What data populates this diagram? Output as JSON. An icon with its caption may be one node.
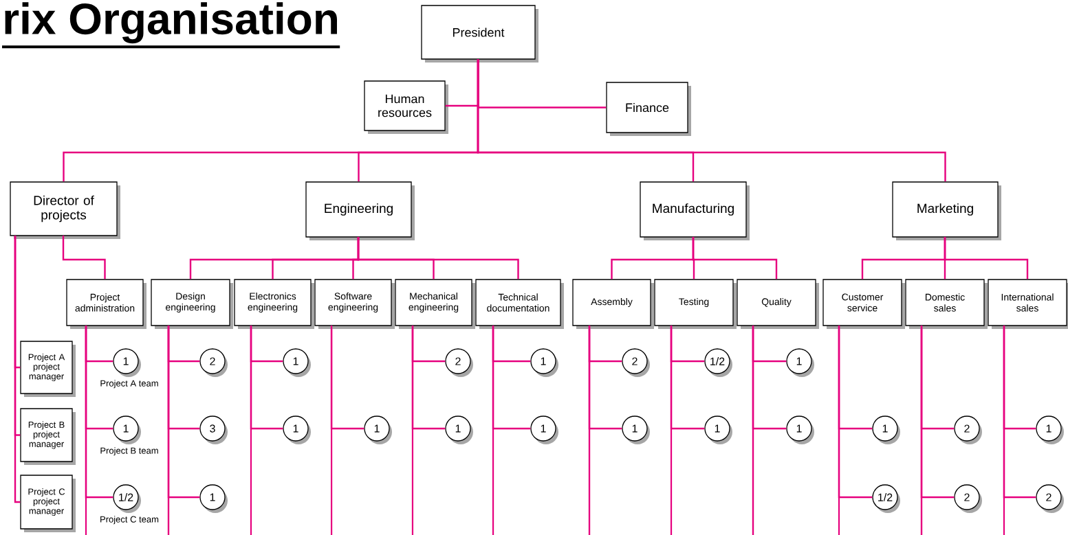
{
  "diagram": {
    "title": "rix Organisation",
    "nodes": [
      {
        "text": [
          "President"
        ]
      },
      {
        "text": [
          "Human resources"
        ]
      },
      {
        "text": [
          "Finance"
        ]
      },
      {
        "text": [
          "Director of projects"
        ]
      },
      {
        "text": [
          "Engineering"
        ]
      },
      {
        "text": [
          "Manufacturing"
        ]
      },
      {
        "text": [
          "Marketing"
        ]
      },
      {
        "text": [
          "Project administration"
        ]
      },
      {
        "text": [
          "Design engineering"
        ]
      },
      {
        "text": [
          "Electronics engineering"
        ]
      },
      {
        "text": [
          "Software engineering"
        ]
      },
      {
        "text": [
          "Mechanical engineering"
        ]
      },
      {
        "text": [
          "Technical documentation"
        ]
      },
      {
        "text": [
          "Assembly"
        ]
      },
      {
        "text": [
          "Testing"
        ]
      },
      {
        "text": [
          "Quality"
        ]
      },
      {
        "text": [
          "Customer service"
        ]
      },
      {
        "text": [
          "Domestic sales"
        ]
      },
      {
        "text": [
          "International sales"
        ]
      },
      {
        "text": [
          "Project A project manager"
        ]
      },
      {
        "text": [
          "Project B project manager"
        ]
      },
      {
        "text": [
          "Project C project manager"
        ]
      },
      {
        "text": [
          "1"
        ],
        "beside": [
          "Project A team"
        ]
      },
      {
        "text": [
          "2"
        ]
      },
      {
        "text": [
          "1"
        ]
      },
      {
        "text": [
          "2"
        ]
      },
      {
        "text": [
          "1"
        ]
      },
      {
        "text": [
          "2"
        ]
      },
      {
        "text": [
          "1/2"
        ]
      },
      {
        "text": [
          "1"
        ]
      },
      {
        "text": [
          "1"
        ],
        "beside": [
          "Project B team"
        ]
      },
      {
        "text": [
          "3"
        ]
      },
      {
        "text": [
          "1"
        ]
      },
      {
        "text": [
          "1"
        ]
      },
      {
        "text": [
          "1"
        ]
      },
      {
        "text": [
          "1"
        ]
      },
      {
        "text": [
          "1"
        ]
      },
      {
        "text": [
          "1"
        ]
      },
      {
        "text": [
          "1"
        ]
      },
      {
        "text": [
          "1"
        ]
      },
      {
        "text": [
          "2"
        ]
      },
      {
        "text": [
          "1"
        ]
      },
      {
        "text": [
          "1/2"
        ],
        "beside": [
          "Project C team"
        ]
      },
      {
        "text": [
          "1"
        ]
      },
      {
        "text": [
          "1/2"
        ]
      },
      {
        "text": [
          "2"
        ]
      },
      {
        "text": [
          "2"
        ]
      }
    ],
    "edges": [
      {
        "from": 0,
        "to": 1,
        "arrow": "none"
      },
      {
        "from": 0,
        "to": 2,
        "arrow": "none"
      },
      {
        "from": 0,
        "to": 3,
        "arrow": "none"
      },
      {
        "from": 0,
        "to": 4,
        "arrow": "none"
      },
      {
        "from": 0,
        "to": 5,
        "arrow": "none"
      },
      {
        "from": 0,
        "to": 6,
        "arrow": "none"
      },
      {
        "from": 3,
        "to": 7,
        "arrow": "none"
      },
      {
        "from": 3,
        "to": 19,
        "arrow": "none"
      },
      {
        "from": 3,
        "to": 20,
        "arrow": "none"
      },
      {
        "from": 3,
        "to": 21,
        "arrow": "none"
      },
      {
        "from": 4,
        "to": 8,
        "arrow": "none"
      },
      {
        "from": 4,
        "to": 9,
        "arrow": "none"
      },
      {
        "from": 4,
        "to": 10,
        "arrow": "none"
      },
      {
        "from": 4,
        "to": 11,
        "arrow": "none"
      },
      {
        "from": 4,
        "to": 12,
        "arrow": "none"
      },
      {
        "from": 5,
        "to": 13,
        "arrow": "none"
      },
      {
        "from": 5,
        "to": 14,
        "arrow": "none"
      },
      {
        "from": 5,
        "to": 15,
        "arrow": "none"
      },
      {
        "from": 6,
        "to": 16,
        "arrow": "none"
      },
      {
        "from": 6,
        "to": 17,
        "arrow": "none"
      },
      {
        "from": 6,
        "to": 18,
        "arrow": "none"
      },
      {
        "from": 7,
        "to": 22,
        "arrow": "none"
      },
      {
        "from": 8,
        "to": 23,
        "arrow": "none"
      },
      {
        "from": 9,
        "to": 24,
        "arrow": "none"
      },
      {
        "from": 11,
        "to": 25,
        "arrow": "none"
      },
      {
        "from": 12,
        "to": 26,
        "arrow": "none"
      },
      {
        "from": 13,
        "to": 27,
        "arrow": "none"
      },
      {
        "from": 14,
        "to": 28,
        "arrow": "none"
      },
      {
        "from": 15,
        "to": 29,
        "arrow": "none"
      },
      {
        "from": 7,
        "to": 30,
        "arrow": "none"
      },
      {
        "from": 8,
        "to": 31,
        "arrow": "none"
      },
      {
        "from": 9,
        "to": 32,
        "arrow": "none"
      },
      {
        "from": 10,
        "to": 33,
        "arrow": "none"
      },
      {
        "from": 11,
        "to": 34,
        "arrow": "none"
      },
      {
        "from": 12,
        "to": 35,
        "arrow": "none"
      },
      {
        "from": 13,
        "to": 36,
        "arrow": "none"
      },
      {
        "from": 14,
        "to": 37,
        "arrow": "none"
      },
      {
        "from": 15,
        "to": 38,
        "arrow": "none"
      },
      {
        "from": 16,
        "to": 39,
        "arrow": "none"
      },
      {
        "from": 17,
        "to": 40,
        "arrow": "none"
      },
      {
        "from": 18,
        "to": 41,
        "arrow": "none"
      },
      {
        "from": 7,
        "to": 42,
        "arrow": "none"
      },
      {
        "from": 8,
        "to": 43,
        "arrow": "none"
      },
      {
        "from": 16,
        "to": 44,
        "arrow": "none"
      },
      {
        "from": 17,
        "to": 45,
        "arrow": "none"
      },
      {
        "from": 18,
        "to": 46,
        "arrow": "none"
      }
    ]
  }
}
